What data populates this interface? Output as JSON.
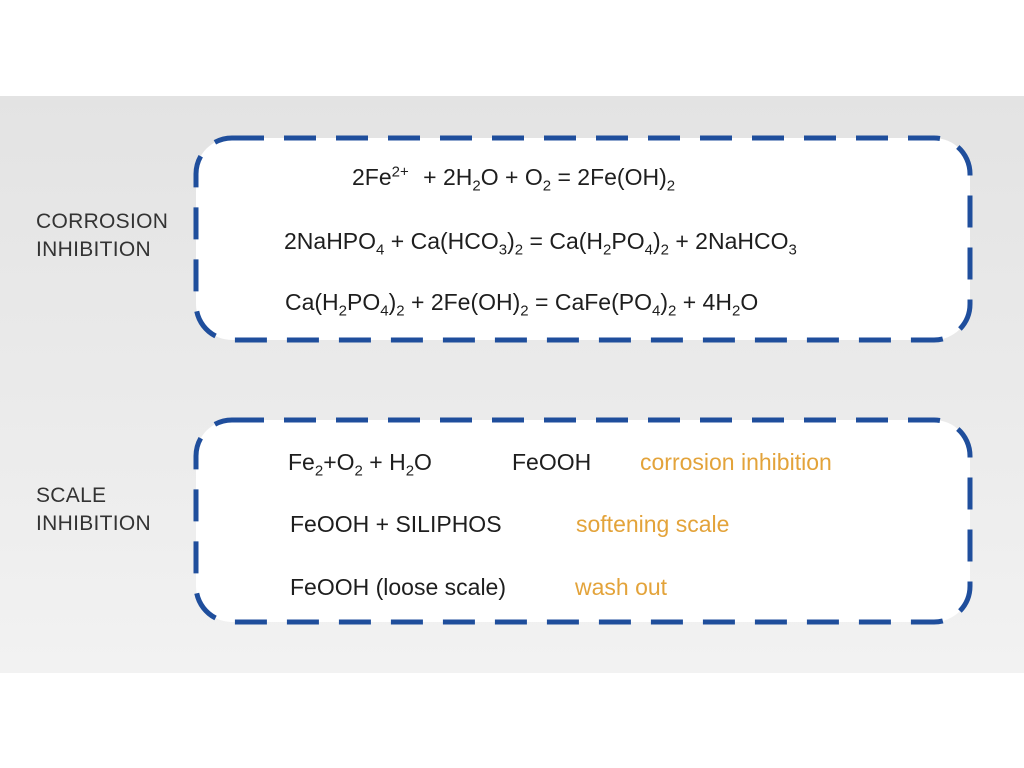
{
  "colors": {
    "box_border": "#1f4e9c",
    "box_fill": "#ffffff",
    "band": "#e8e8e8",
    "note_text": "#e3a33a",
    "text": "#1e1e1e"
  },
  "corrosion": {
    "label_line1": "CORROSION",
    "label_line2": "INHIBITION",
    "eq1": {
      "a": "2Fe",
      "a_sup": "2+",
      "b": " + 2H",
      "b_sub": "2",
      "c": "O + O",
      "c_sub": "2",
      "d": " = 2Fe(OH)",
      "d_sub": "2"
    },
    "eq2": {
      "a": "2NaHPO",
      "a_sub": "4",
      "b": " + Ca(HCO",
      "b_sub": "3",
      "c": ")",
      "c_sub": "2",
      "d": " = Ca(H",
      "d_sub": "2",
      "e": "PO",
      "e_sub": "4",
      "f": ")",
      "f_sub": "2",
      "g": " +  2NaHCO",
      "g_sub": "3"
    },
    "eq3": {
      "a": "Ca(H",
      "a_sub": "2",
      "b": "PO",
      "b_sub": "4",
      "c": ")",
      "c_sub": "2",
      "d": " + 2Fe(OH)",
      "d_sub": "2",
      "e": " = CaFe(PO",
      "e_sub": "4",
      "f": ")",
      "f_sub": "2",
      "g": " + 4H",
      "g_sub": "2",
      "h": "O"
    }
  },
  "scale": {
    "label_line1": "SCALE",
    "label_line2": "INHIBITION",
    "row1": {
      "a": "Fe",
      "a_sub": "2",
      "b": "+O",
      "b_sub": "2",
      "c": " + H",
      "c_sub": "2",
      "d": "O",
      "product": "FeOOH",
      "note": "corrosion inhibition"
    },
    "row2": {
      "text": "FeOOH + SILIPHOS",
      "note": "softening scale"
    },
    "row3": {
      "text": "FeOOH (loose scale)",
      "note": "wash out"
    }
  }
}
